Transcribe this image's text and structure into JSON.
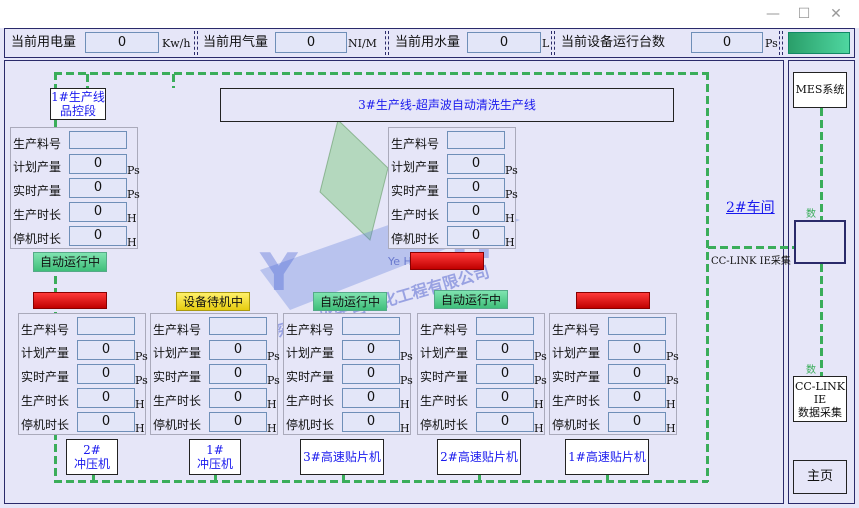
{
  "window": {
    "minimize": "—",
    "maximize": "☐",
    "close": "✕"
  },
  "topbar": {
    "electric": {
      "label": "当前用电量",
      "value": "0",
      "unit": "Kw/h"
    },
    "gas": {
      "label": "当前用气量",
      "value": "0",
      "unit": "NI/M"
    },
    "water": {
      "label": "当前用水量",
      "value": "0",
      "unit": "L"
    },
    "running": {
      "label": "当前设备运行台数",
      "value": "0",
      "unit": "Ps"
    }
  },
  "line1_label": "1#生产线\n品控段",
  "line3_title": "3#生产线-超声波自动清洗生产线",
  "workshop": "2#车间",
  "cclink_label": "CC-LINK IE采集",
  "right": {
    "mes": "MES系统",
    "data_label_top": "数",
    "data_label_bottom": "数",
    "cclink": "CC-LINK\nIE\n数据采集",
    "home": "主页"
  },
  "field_labels": {
    "material": "生产料号",
    "plan": "计划产量",
    "real": "实时产量",
    "time": "生产时长",
    "stop": "停机时长"
  },
  "units": {
    "ps": "Ps",
    "h": "H"
  },
  "status_labels": {
    "auto": "自动运行中",
    "standby": "设备待机中"
  },
  "upper_panels": [
    {
      "id": "upper-left",
      "material": "",
      "plan": "0",
      "real": "0",
      "time": "0",
      "stop": "0",
      "status": "自动运行中"
    },
    {
      "id": "upper-right",
      "material": "",
      "plan": "0",
      "real": "0",
      "time": "0",
      "stop": "0",
      "status": ""
    }
  ],
  "lower_panels": [
    {
      "id": "m1",
      "machine": "2#\n冲压机",
      "material": "",
      "plan": "0",
      "real": "0",
      "time": "0",
      "stop": "0",
      "status": ""
    },
    {
      "id": "m2",
      "machine": "1#\n冲压机",
      "material": "",
      "plan": "0",
      "real": "0",
      "time": "0",
      "stop": "0",
      "status": "设备待机中"
    },
    {
      "id": "m3",
      "machine": "3#高速贴片机",
      "material": "",
      "plan": "0",
      "real": "0",
      "time": "0",
      "stop": "0",
      "status": "自动运行中"
    },
    {
      "id": "m4",
      "machine": "2#高速贴片机",
      "material": "",
      "plan": "0",
      "real": "0",
      "time": "0",
      "stop": "0",
      "status": "自动运行中"
    },
    {
      "id": "m5",
      "machine": "1#高速贴片机",
      "material": "",
      "plan": "0",
      "real": "0",
      "time": "0",
      "stop": "0",
      "status": ""
    }
  ],
  "watermark": {
    "brand": "Ye Hong",
    "company": "深圳市烨宏自动化工程有限公司"
  }
}
